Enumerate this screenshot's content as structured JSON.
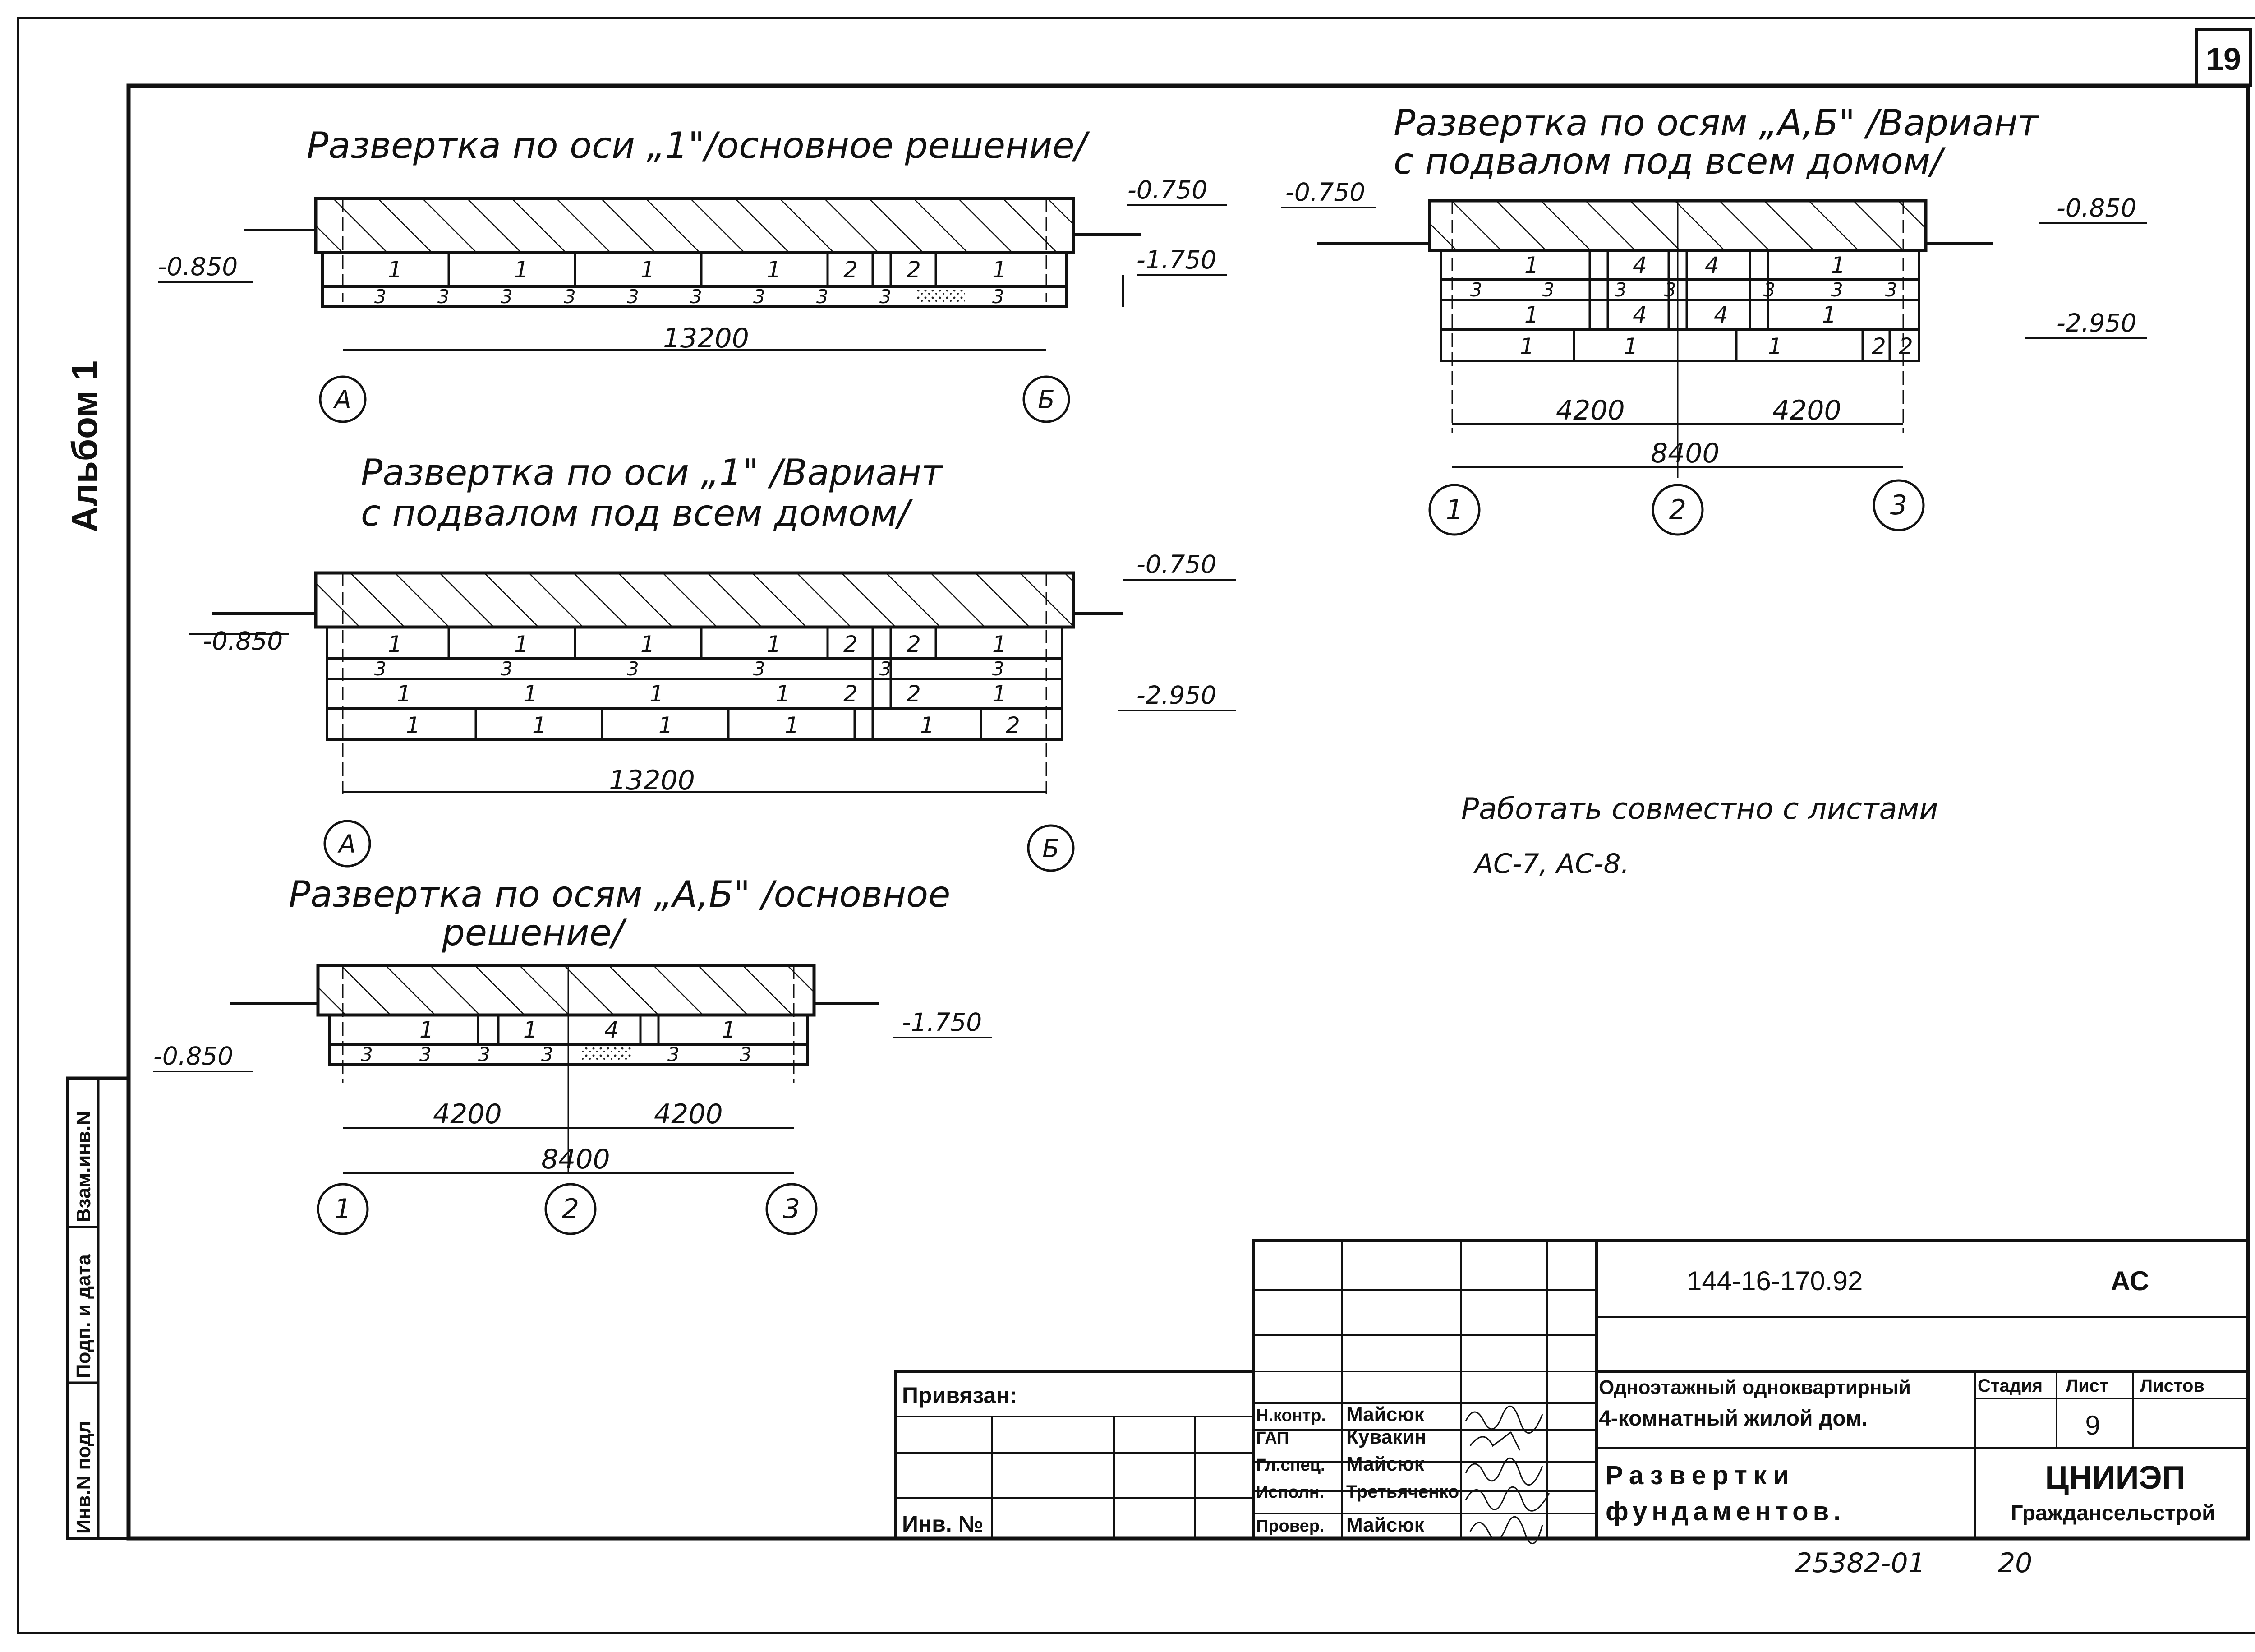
{
  "page_number": "19",
  "album_label": "Альбом 1",
  "side_stamp": [
    "Инв.N подл",
    "Подп. и дата",
    "Взам.инв.N"
  ],
  "views": {
    "v1": {
      "title": "Развертка по оси „1\"/основное решение/",
      "top_mark": "-0.750",
      "left_mark": "-0.850",
      "bottom_mark": "-1.750",
      "total": "13200",
      "axis_left": "А",
      "axis_right": "Б"
    },
    "v2": {
      "title_line1": "Развертка по оси „1\" /Вариант",
      "title_line2": "с подвалом под всем домом/",
      "top_mark": "-0.750",
      "left_mark": "-0.850",
      "bottom_mark": "-2.950",
      "total": "13200",
      "axis_left": "А",
      "axis_right": "Б"
    },
    "v3": {
      "title_line1": "Развертка по осям „А,Б\" /основное",
      "title_line2": "решение/",
      "left_mark": "-0.850",
      "right_mark": "-1.750",
      "span1": "4200",
      "span2": "4200",
      "total": "8400",
      "axes": [
        "1",
        "2",
        "3"
      ]
    },
    "v4": {
      "title_line1": "Развертка по осям „А,Б\" /Вариант",
      "title_line2": "с подвалом под всем домом/",
      "left_mark": "-0.750",
      "top_mark": "-0.850",
      "bottom_mark": "-2.950",
      "span1": "4200",
      "span2": "4200",
      "total": "8400",
      "axes": [
        "1",
        "2",
        "3"
      ]
    }
  },
  "note": {
    "line1": "Работать совместно с листами",
    "line2": "АС-7, АС-8."
  },
  "title_block": {
    "code": "144-16-170.92",
    "mark": "АС",
    "bound_label": "Привязан:",
    "inv_label": "Инв. №",
    "roles": [
      {
        "role": "Н.контр.",
        "name": "Майсюк"
      },
      {
        "role": "ГАП",
        "name": "Кувакин"
      },
      {
        "role": "Гл.спец.",
        "name": "Майсюк"
      },
      {
        "role": "Исполн.",
        "name": "Третьяченко"
      },
      {
        "role": "Провер.",
        "name": "Майсюк"
      }
    ],
    "object_line1": "Одноэтажный одноквартирный",
    "object_line2": "4-комнатный жилой дом.",
    "sheet_title_line1": "Развертки",
    "sheet_title_line2": "фундаментов.",
    "stage_label": "Стадия",
    "sheet_label": "Лист",
    "sheets_label": "Листов",
    "sheet_no": "9",
    "org_line1": "ЦНИИЭП",
    "org_line2": "Гражданcельстрой",
    "footer_code": "25382-01",
    "footer_page": "20"
  }
}
